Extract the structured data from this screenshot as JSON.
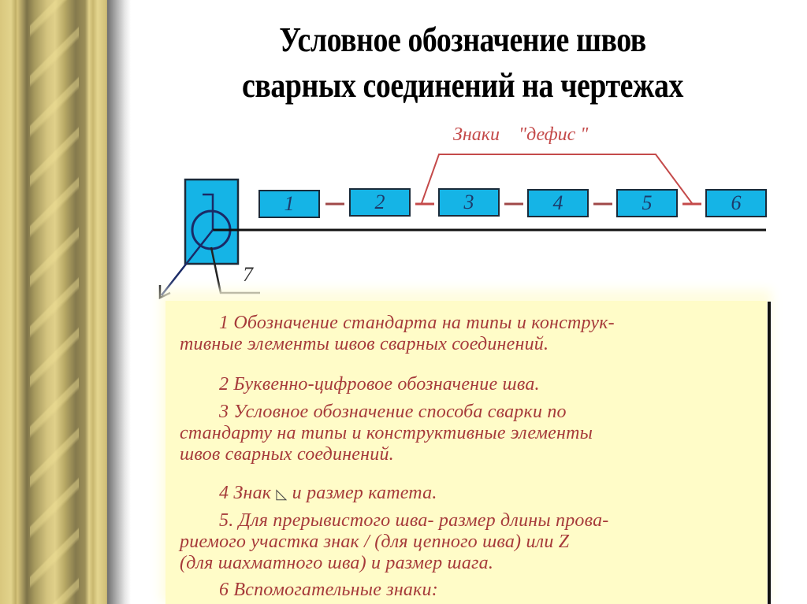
{
  "slide": {
    "title_line1": "Условное обозначение швов",
    "title_line2": "сварных соединений на чертежах"
  },
  "diagram": {
    "hyphen_label": "Знаки    \"дефис \"",
    "boxes": [
      {
        "label": "1"
      },
      {
        "label": "2"
      },
      {
        "label": "3"
      },
      {
        "label": "4"
      },
      {
        "label": "5"
      },
      {
        "label": "6"
      }
    ],
    "callout_label": "7",
    "colors": {
      "box_fill": "#15b4e6",
      "box_border": "#1b2b3a",
      "hyphen_color": "#c44a4a",
      "legend_bg": "#fffcc8",
      "legend_text": "#a63a3a"
    }
  },
  "legend": {
    "items": [
      {
        "l1": "1  Обозначение  стандарта на типы и конструк-",
        "l2": "тивные элементы швов сварных соединений."
      },
      {
        "l1": "2 Буквенно-цифровое обозначение шва."
      },
      {
        "l1": "3  Условное обозначение способа сварки по",
        "l2": "стандарту на типы и конструктивные элементы",
        "l3": "швов сварных соединений."
      },
      {
        "l1a": "4 Знак ",
        "sign": "◺",
        "l1b": " и размер катета."
      },
      {
        "l1": "5.  Для прерывистого шва- размер длины прова-",
        "l2": "риемого участка знак  /  (для цепного шва) или Z",
        "l3": "(для шахматного шва) и размер шага."
      },
      {
        "l1": "6  Вспомогательные знаки:"
      }
    ]
  }
}
